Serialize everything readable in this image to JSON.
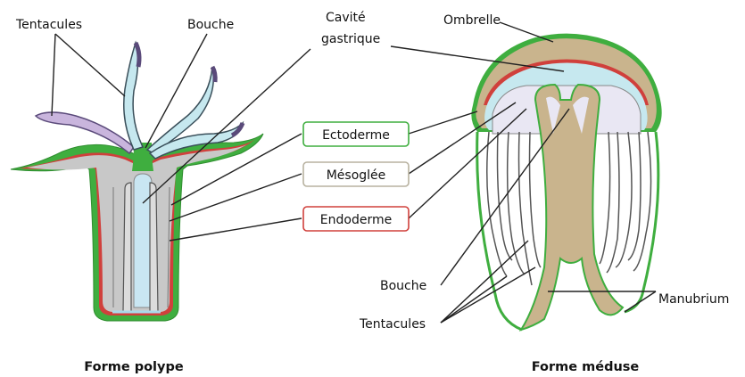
{
  "labels": {
    "tentacules_polyp": "Tentacules",
    "bouche_polyp": "Bouche",
    "cavite_line1": "Cavité",
    "cavite_line2": "gastrique",
    "ombrelle": "Ombrelle",
    "ectoderme": "Ectoderme",
    "mesoglee": "Mésoglée",
    "endoderme": "Endoderme",
    "bouche_meduse": "Bouche",
    "tentacules_meduse": "Tentacules",
    "manubrium": "Manubrium"
  },
  "captions": {
    "polype": "Forme polype",
    "meduse": "Forme méduse"
  },
  "colors": {
    "ectoderme_border": "#3fae3f",
    "mesoglee_border": "#b8b2a0",
    "endoderme_border": "#d0403c",
    "tentacle_light": "#c6e8ef",
    "tentacle_purple": "#c9b5dd",
    "body_grey": "#c8c8c8",
    "cavity_blue": "#c9e6f2",
    "medusa_tan": "#c9b48d",
    "medusa_inner": "#e9e7f3"
  }
}
